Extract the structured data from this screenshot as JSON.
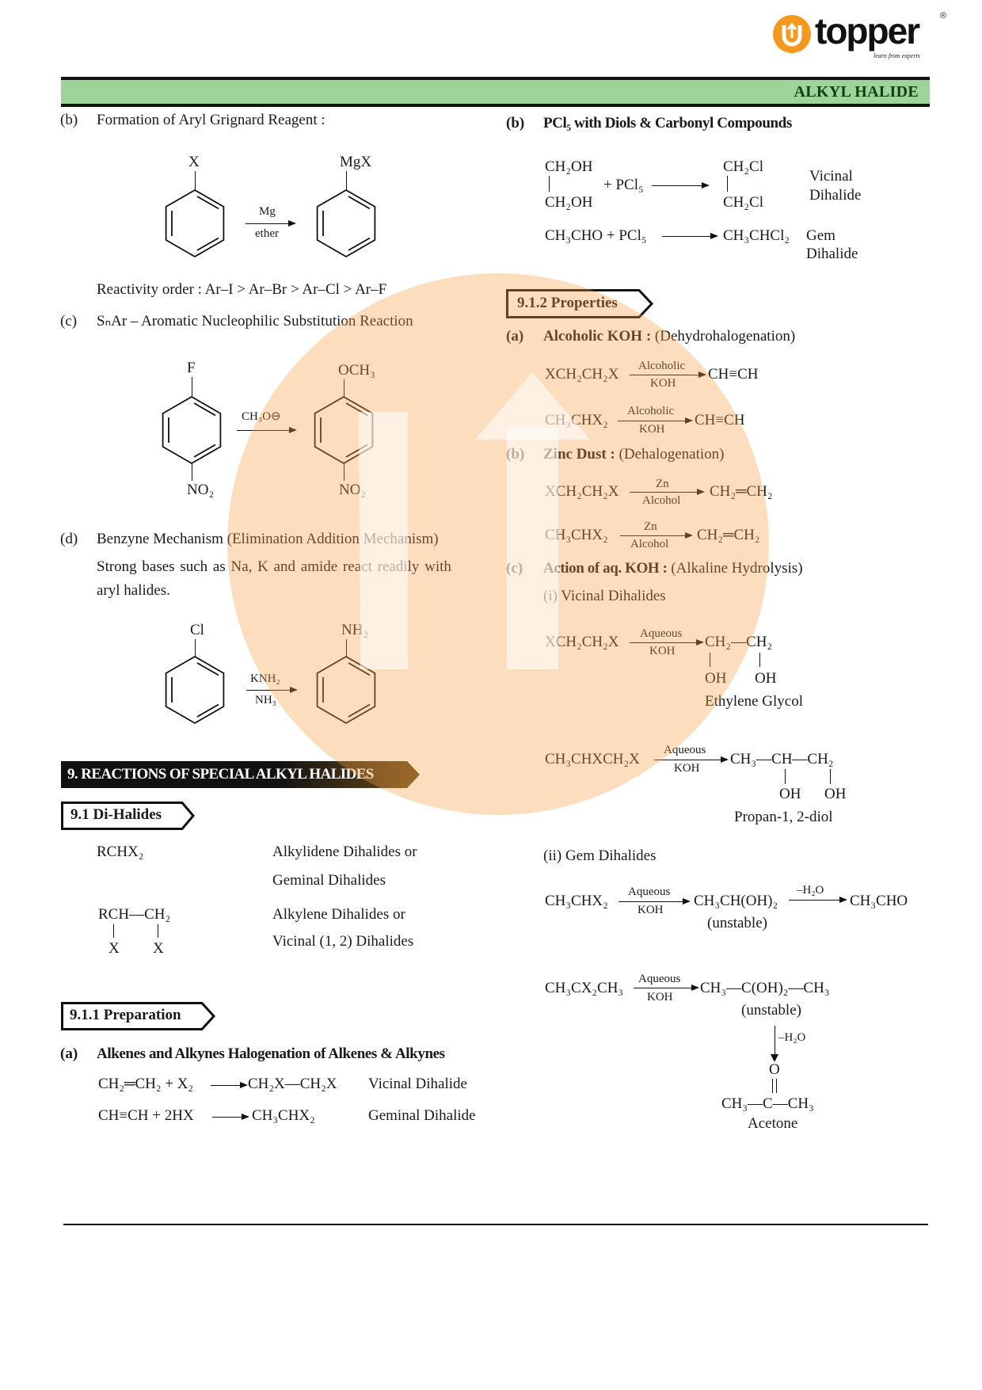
{
  "logo": {
    "text": "topper",
    "tagline": "learn from experts",
    "registered": "®",
    "brand_color": "#f39a1e"
  },
  "header": {
    "title": "ALKYL HALIDE",
    "bar_color": "#9dd49a"
  },
  "left": {
    "b": {
      "label": "(b)",
      "title": "Formation of Aryl Grignard Reagent :",
      "sub_x": "X",
      "sub_mgx": "MgX",
      "above": "Mg",
      "below": "ether"
    },
    "reactivity": "Reactivity order : Ar–I > Ar–Br > Ar–Cl > Ar–F",
    "c": {
      "label": "(c)",
      "title": "SₙAr – Aromatic Nucleophilic Substitution Reaction",
      "sub_f": "F",
      "sub_no2_a": "NO₂",
      "reagent": "CH₃O⊖",
      "sub_och3": "OCH₃",
      "sub_no2_b": "NO₂"
    },
    "d": {
      "label": "(d)",
      "title": "Benzyne Mechanism (Elimination Addition Mechanism)",
      "line1": "Strong bases such as Na, K and amide react readily with",
      "line2": "aryl  halides.",
      "sub_cl": "Cl",
      "above": "KNH₂",
      "below": "NH₃",
      "sub_nh2": "NH₂"
    },
    "section9": "9. REACTIONS OF SPECIAL ALKYL HALIDES",
    "s91": "9.1  Di-Halides",
    "dihalides": {
      "f1": "RCHX₂",
      "d1a": "Alkylidene Dihalides or",
      "d1b": "Geminal Dihalides",
      "f2": "RCH—CH₂",
      "x1": "X",
      "x2": "X",
      "d2a": "Alkylene Dihalides or",
      "d2b": "Vicinal (1, 2) Dihalides"
    },
    "s911": "9.1.1  Preparation",
    "a": {
      "label": "(a)",
      "title": "Alkenes and Alkynes Halogenation of Alkenes & Alkynes",
      "r1_left": "CH₂═CH₂ + X₂",
      "r1_right": "CH₂X—CH₂X",
      "r1_name": "Vicinal Dihalide",
      "r2_left": "CH≡CH + 2HX",
      "r2_right": "CH₃CHX₂",
      "r2_name": "Geminal Dihalide"
    }
  },
  "right": {
    "b": {
      "label": "(b)",
      "title": "PCl₅ with Diols & Carbonyl Compounds",
      "diol1": "CH₂OH",
      "diol2": "CH₂OH",
      "plus": "+ PCl₅",
      "prod1": "CH₂Cl",
      "prod2": "CH₂Cl",
      "name1a": "Vicinal",
      "name1b": "Dihalide",
      "r2_left": "CH₃CHO + PCl₅",
      "r2_right": "CH₃CHCl₂",
      "name2a": "Gem",
      "name2b": "Dihalide"
    },
    "s912": "9.1.2  Properties",
    "a": {
      "label": "(a)",
      "title": "Alcoholic KOH :",
      "paren": "(Dehydrohalogenation)",
      "r1_left": "XCH₂CH₂X",
      "r1_above": "Alcoholic",
      "r1_below": "KOH",
      "r1_right": "CH≡CH",
      "r2_left": "CH₃CHX₂",
      "r2_above": "Alcoholic",
      "r2_below": "KOH",
      "r2_right": "CH≡CH"
    },
    "b2": {
      "label": "(b)",
      "title": "Zinc Dust :",
      "paren": "(Dehalogenation)",
      "r1_left": "XCH₂CH₂X",
      "r1_above": "Zn",
      "r1_below": "Alcohol",
      "r1_right": "CH₂═CH₂",
      "r2_left": "CH₃CHX₂",
      "r2_above": "Zn",
      "r2_below": "Alcohol",
      "r2_right": "CH₂═CH₂"
    },
    "c": {
      "label": "(c)",
      "title": "Action of aq. KOH :",
      "paren": "(Alkaline Hydrolysis)",
      "i": "(i)  Vicinal Dihalides",
      "r1_left": "XCH₂CH₂X",
      "r1_above": "Aqueous",
      "r1_below": "KOH",
      "r1_right": "CH₂—CH₂",
      "r1_oh1": "OH",
      "r1_oh2": "OH",
      "r1_name": "Ethylene Glycol",
      "r2_left": "CH₃CHXCH₂X",
      "r2_above": "Aqueous",
      "r2_below": "KOH",
      "r2_right": "CH₃—CH—CH₂",
      "r2_oh1": "OH",
      "r2_oh2": "OH",
      "r2_name": "Propan-1, 2-diol",
      "ii": "(ii) Gem Dihalides",
      "r3_left": "CH₃CHX₂",
      "r3_above": "Aqueous",
      "r3_below": "KOH",
      "r3_mid": "CH₃CH(OH)₂",
      "r3_unstable": "(unstable)",
      "r3_above2": "–H₂O",
      "r3_right": "CH₃CHO",
      "r4_left": "CH₃CX₂CH₃",
      "r4_above": "Aqueous",
      "r4_below": "KOH",
      "r4_mid": "CH₃—C(OH)₂—CH₃",
      "r4_unstable": "(unstable)",
      "r4_down": "–H₂O",
      "r4_o": "O",
      "r4_prod": "CH₃—C—CH₃",
      "r4_name": "Acetone"
    }
  }
}
